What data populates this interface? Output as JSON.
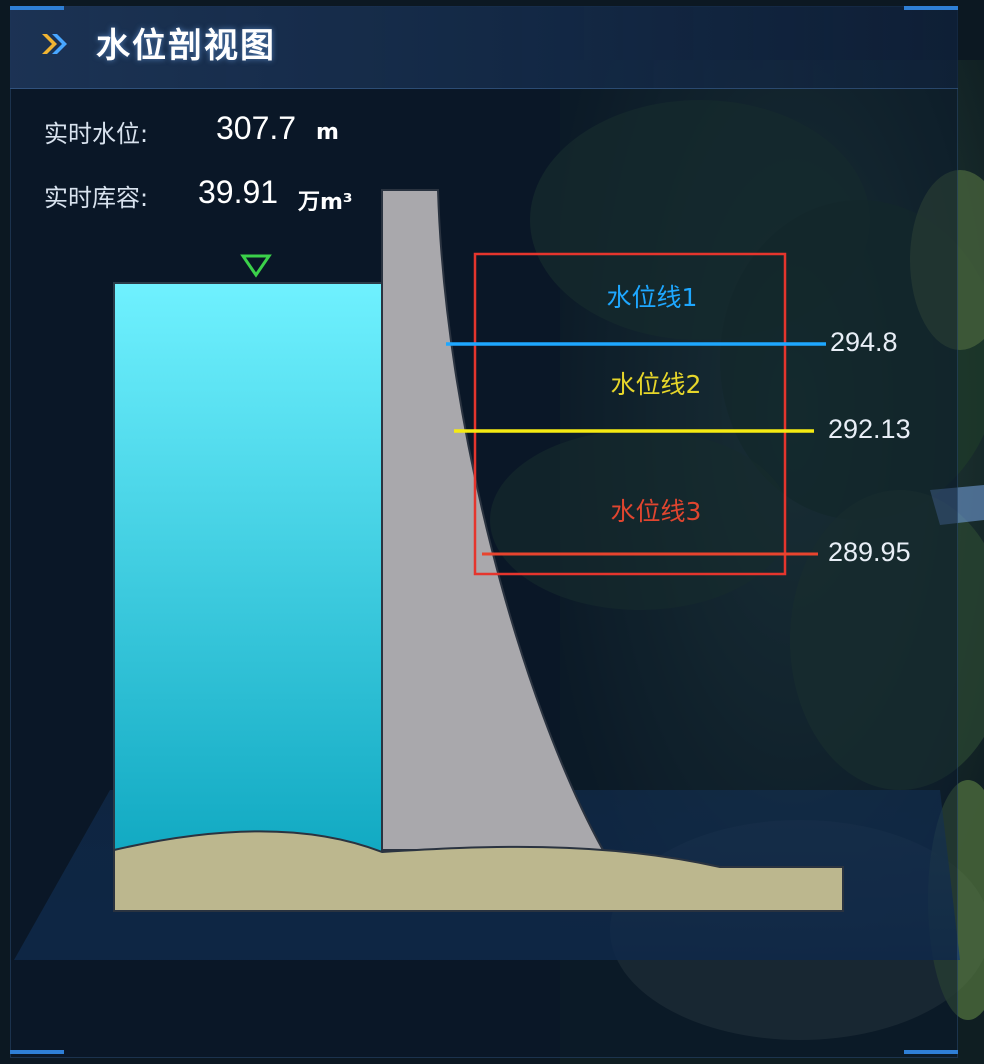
{
  "panel": {
    "title": "水位剖视图"
  },
  "metrics": {
    "water_level_label": "实时水位:",
    "water_level_value": "307.7",
    "water_level_unit": "m",
    "capacity_label": "实时库容:",
    "capacity_value": "39.91",
    "capacity_unit": "万m³"
  },
  "water_lines": [
    {
      "label": "水位线1",
      "value": "294.8",
      "color": "#1ea7ff"
    },
    {
      "label": "水位线2",
      "value": "292.13",
      "color": "#f5ea12"
    },
    {
      "label": "水位线3",
      "value": "289.95",
      "color": "#e8442e"
    }
  ],
  "colors": {
    "water_top": "#6ff1ff",
    "water_bottom": "#11a9c2",
    "dam": "#a9a8ac",
    "ground": "#bcb78e",
    "marker": "#3bd14a",
    "highlight_box": "#e5352d",
    "accent": "#2f7fd6"
  }
}
